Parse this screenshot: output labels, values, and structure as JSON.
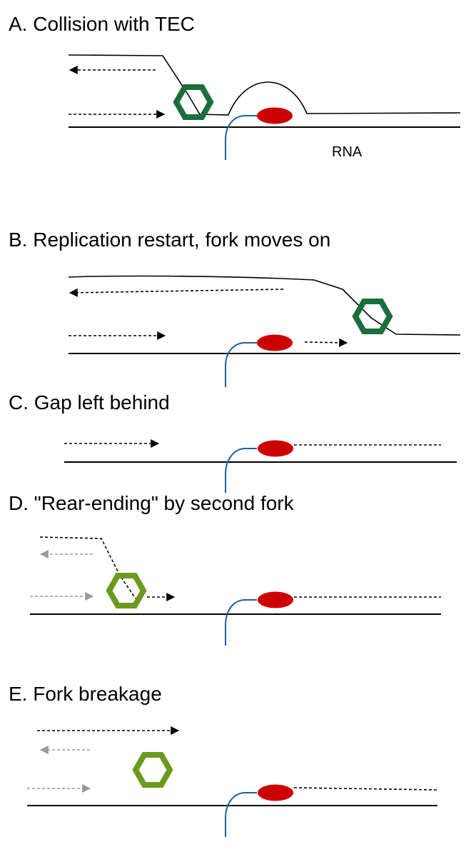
{
  "panels": [
    {
      "id": "A",
      "title": "A. Collision with TEC",
      "annotation": "RNA"
    },
    {
      "id": "B",
      "title": "B. Replication restart, fork moves on"
    },
    {
      "id": "C",
      "title": "C. Gap left behind"
    },
    {
      "id": "D",
      "title": "D. \"Rear-ending\" by second fork"
    },
    {
      "id": "E",
      "title": "E. Fork breakage"
    }
  ],
  "colors": {
    "dna": "#000000",
    "rna_polymerase": "#cc0000",
    "rna_transcript": "#1f5fa8",
    "helicase_first_fork": "#1a6e3c",
    "helicase_second_fork": "#6b9a1e",
    "second_fork_arrows": "#999999"
  }
}
